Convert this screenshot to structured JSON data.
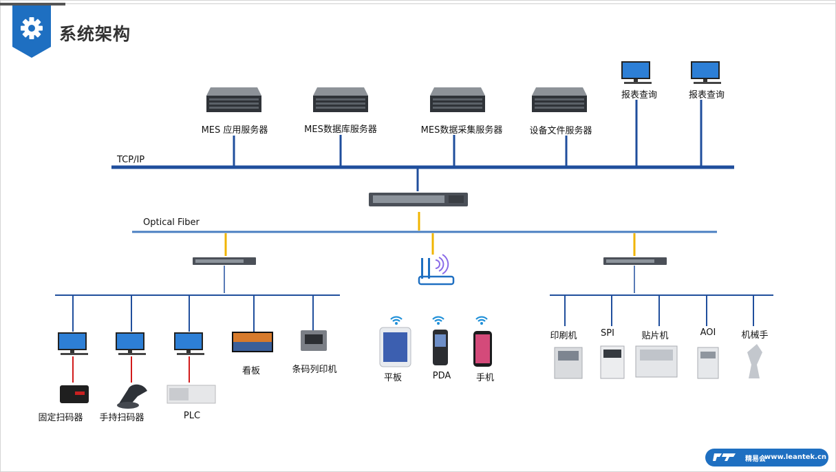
{
  "page": {
    "title": "系统架构"
  },
  "network": {
    "tcp_label": "TCP/IP",
    "fiber_label": "Optical Fiber"
  },
  "servers": [
    {
      "label": "MES 应用服务器"
    },
    {
      "label": "MES数据库服务器"
    },
    {
      "label": "MES数据采集服务器"
    },
    {
      "label": "设备文件服务器"
    }
  ],
  "report_pcs": [
    {
      "label": "报表查询"
    },
    {
      "label": "报表查询"
    }
  ],
  "left_group": {
    "top_devices": [
      {
        "label": "看板"
      },
      {
        "label": "条码列印机"
      }
    ],
    "bottom_devices": [
      {
        "label": "固定扫码器"
      },
      {
        "label": "手持扫码器"
      },
      {
        "label": "PLC"
      }
    ]
  },
  "wireless_group": {
    "devices": [
      {
        "label": "平板"
      },
      {
        "label": "PDA"
      },
      {
        "label": "手机"
      }
    ]
  },
  "right_group": {
    "machines": [
      {
        "label": "印刷机"
      },
      {
        "label": "SPI"
      },
      {
        "label": "贴片机"
      },
      {
        "label": "AOI"
      },
      {
        "label": "机械手"
      }
    ]
  },
  "logo": {
    "brand": "精易会",
    "url": "www.leantek.cn"
  },
  "colors": {
    "bus": "#1f4e9c",
    "fiber": "#4a7fc1",
    "uplink": "#f0b400",
    "serial": "#d11a1a",
    "brand": "#1e6fc1"
  }
}
